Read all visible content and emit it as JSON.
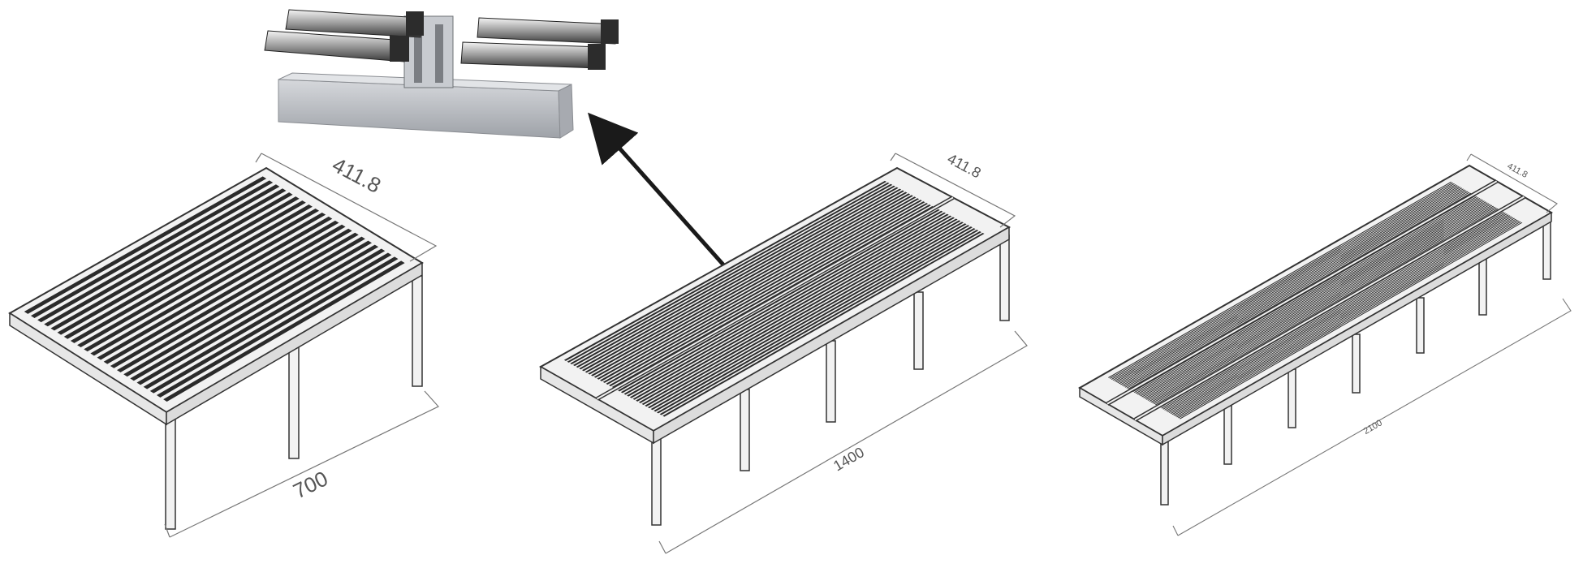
{
  "figure": {
    "connector_detail": {
      "label": ""
    },
    "pergolas": [
      {
        "width_label": "411.8",
        "length_label": "700",
        "modules": 1
      },
      {
        "width_label": "411.8",
        "length_label": "1400",
        "modules": 2
      },
      {
        "width_label": "411.8",
        "length_label": "2100",
        "modules": 3
      }
    ]
  },
  "colors": {
    "frame_face": "#f2f2f2",
    "frame_line": "#333333",
    "slat_dark": "#2b2b2b",
    "slat_light": "#cfcfcf",
    "dimension_line": "#777777",
    "arrow": "#1a1a1a",
    "connector_metal": "#b9bcc2"
  }
}
